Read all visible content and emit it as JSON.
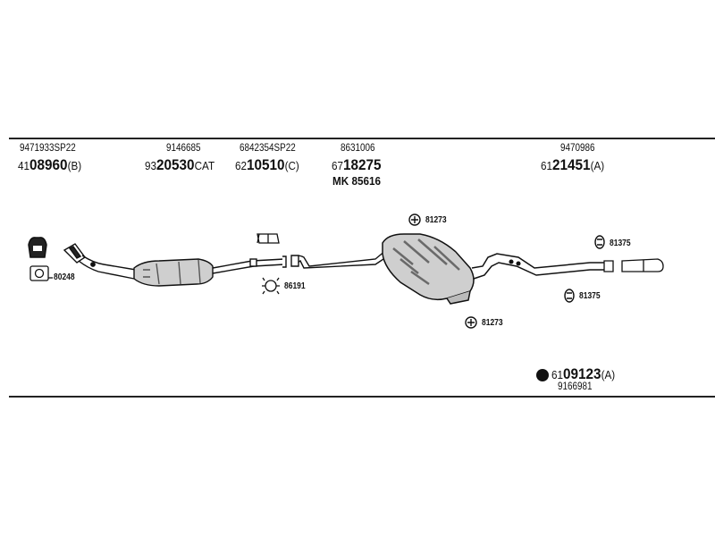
{
  "parts": [
    {
      "ref": "9471933SP22",
      "prefix": "41",
      "number": "08960",
      "suffix": "(B)"
    },
    {
      "ref": "9146685",
      "prefix": "93",
      "number": "20530",
      "suffix": "CAT"
    },
    {
      "ref": "6842354SP22",
      "prefix": "62",
      "number": "10510",
      "suffix": "(C)"
    },
    {
      "ref": "8631006",
      "prefix": "67",
      "number": "18275",
      "suffix": "",
      "extra": "MK  85616"
    },
    {
      "ref": "9470986",
      "prefix": "61",
      "number": "21451",
      "suffix": "(A)"
    }
  ],
  "callouts": {
    "gasket": "80248",
    "clamp": "86191",
    "hanger_top": "81273",
    "hanger_bottom": "81273",
    "rear_hanger_top": "81375",
    "rear_hanger_bottom": "81375"
  },
  "kit": {
    "prefix": "61",
    "number": "09123",
    "suffix": "(A)",
    "ref": "9166981"
  }
}
